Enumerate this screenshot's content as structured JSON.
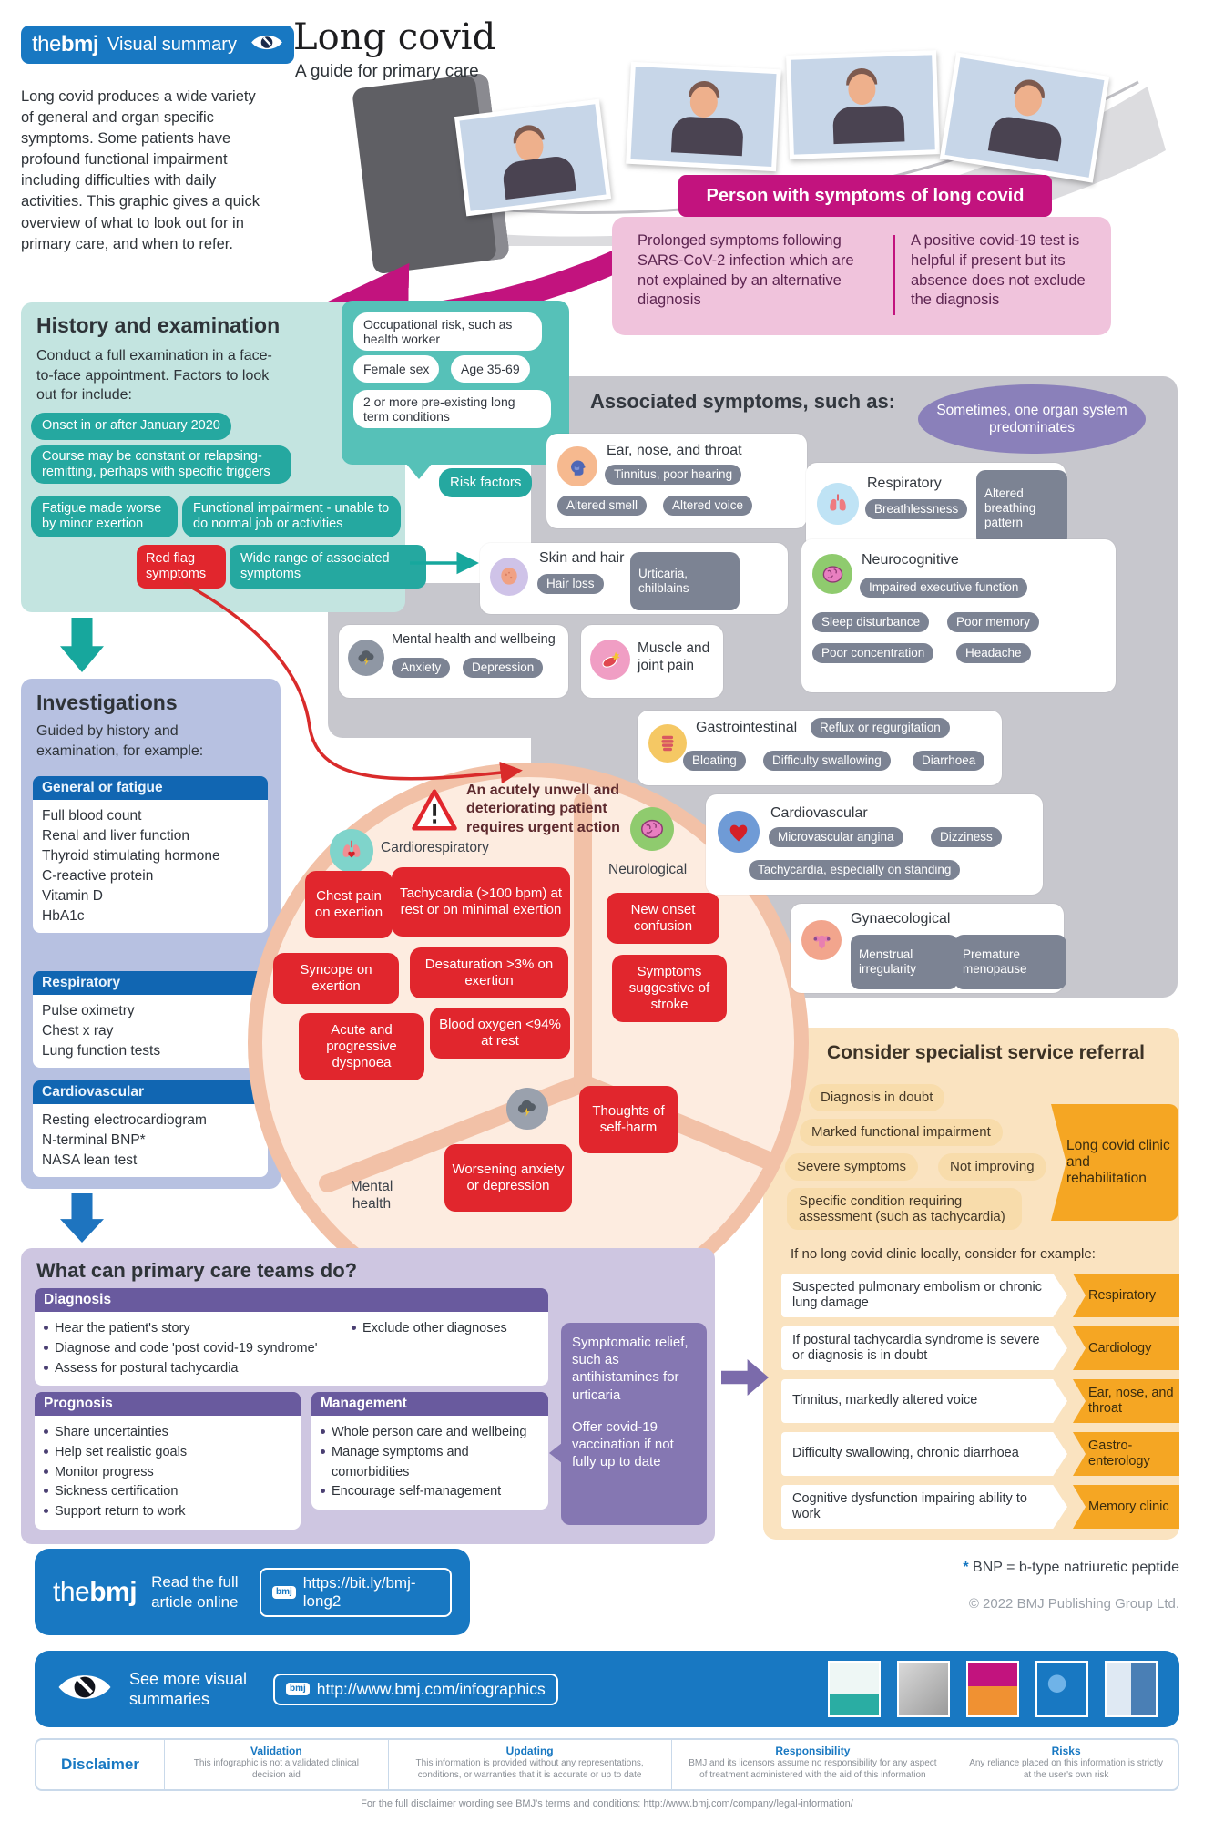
{
  "brand": {
    "the": "the",
    "bmj": "bmj",
    "badge_label": "Visual summary"
  },
  "header": {
    "title": "Long covid",
    "subtitle": "A guide for primary care",
    "intro": "Long covid produces a wide variety of general and organ specific symptoms. Some patients have profound functional impairment including difficulties with daily activities. This graphic gives a quick overview of what to look out for in primary care, and when to refer."
  },
  "patient_banner": {
    "title": "Person with symptoms of long covid",
    "left": "Prolonged symptoms following SARS-CoV-2 infection which are not explained by an alternative diagnosis",
    "right": "A positive covid-19 test is helpful if present but its absence does not exclude the diagnosis"
  },
  "history": {
    "title": "History and examination",
    "desc": "Conduct a full examination in a face-to-face appointment. Factors to look out for include:",
    "pills": [
      "Onset in or after January 2020",
      "Course may be constant or relapsing-remitting, perhaps with specific triggers",
      "Fatigue made worse by minor exertion",
      "Functional impairment - unable to do normal job or activities"
    ],
    "red_flag": "Red flag symptoms",
    "wide_range": "Wide range of associated symptoms"
  },
  "risk_factors": {
    "label": "Risk factors",
    "items": [
      "Occupational risk, such as health worker",
      "Female sex",
      "Age 35-69",
      "2 or more pre-existing long term conditions"
    ]
  },
  "associated": {
    "title": "Associated symptoms, such as:",
    "note": "Sometimes, one organ system predominates",
    "ent": {
      "title": "Ear, nose, and throat",
      "pill1": "Tinnitus, poor hearing",
      "pill2": "Altered smell",
      "pill3": "Altered voice"
    },
    "respiratory": {
      "title": "Respiratory",
      "pill1": "Breathlessness",
      "box": "Altered breathing pattern"
    },
    "skin": {
      "title": "Skin and hair",
      "pill1": "Hair loss",
      "box": "Urticaria, chilblains"
    },
    "neuro": {
      "title": "Neurocognitive",
      "pill1": "Impaired executive function",
      "pill2": "Sleep disturbance",
      "pill3": "Poor memory",
      "pill4": "Poor concentration",
      "pill5": "Headache"
    },
    "mental": {
      "title": "Mental health and wellbeing",
      "pill1": "Anxiety",
      "pill2": "Depression"
    },
    "muscle": {
      "title": "Muscle and joint pain"
    },
    "gastro": {
      "title": "Gastrointestinal",
      "pill1": "Reflux or regurgitation",
      "pill2": "Bloating",
      "pill3": "Difficulty swallowing",
      "pill4": "Diarrhoea"
    },
    "cardio": {
      "title": "Cardiovascular",
      "pill1": "Microvascular angina",
      "pill2": "Dizziness",
      "pill3": "Tachycardia, especially on standing"
    },
    "gynae": {
      "title": "Gynaecological",
      "box1": "Menstrual irregularity",
      "box2": "Premature menopause"
    }
  },
  "investigations": {
    "title": "Investigations",
    "desc": "Guided by history and examination, for example:",
    "groups": [
      {
        "header": "General or fatigue",
        "items": [
          "Full blood count",
          "Renal and liver function",
          "Thyroid stimulating hormone",
          "C-reactive protein",
          "Vitamin D",
          "HbA1c"
        ]
      },
      {
        "header": "Respiratory",
        "items": [
          "Pulse oximetry",
          "Chest x ray",
          "Lung function tests"
        ]
      },
      {
        "header": "Cardiovascular",
        "items": [
          "Resting electrocardiogram",
          "N-terminal BNP*",
          "NASA lean test"
        ]
      }
    ]
  },
  "red_flags": {
    "warning": "An acutely unwell and deteriorating patient requires urgent action",
    "cardiorespiratory": {
      "label": "Cardiorespiratory",
      "boxes": [
        "Chest pain on exertion",
        "Tachycardia (>100 bpm) at rest or on minimal exertion",
        "Syncope on exertion",
        "Desaturation >3% on exertion",
        "Acute and progressive dyspnoea",
        "Blood oxygen <94% at rest"
      ]
    },
    "neurological": {
      "label": "Neurological",
      "boxes": [
        "New onset confusion",
        "Symptoms suggestive of stroke"
      ]
    },
    "mental": {
      "label": "Mental health",
      "boxes": [
        "Worsening anxiety or depression",
        "Thoughts of self-harm"
      ]
    }
  },
  "primary_care": {
    "title": "What can primary care teams do?",
    "diagnosis": {
      "header": "Diagnosis",
      "bullets": [
        "Hear the patient's story",
        "Diagnose and code 'post covid-19 syndrome'",
        "Assess for postural tachycardia"
      ],
      "exclude": "Exclude other diagnoses"
    },
    "prognosis": {
      "header": "Prognosis",
      "bullets": [
        "Share uncertainties",
        "Help set realistic goals",
        "Monitor progress",
        "Sickness certification",
        "Support return to work"
      ]
    },
    "management": {
      "header": "Management",
      "bullets": [
        "Whole person care and wellbeing",
        "Manage symptoms and comorbidities",
        "Encourage self-management"
      ]
    },
    "relief": {
      "p1": "Symptomatic relief, such as antihistamines for urticaria",
      "p2": "Offer covid-19 vaccination if not fully up to date"
    }
  },
  "referral": {
    "title": "Consider specialist service referral",
    "criteria": [
      "Diagnosis in doubt",
      "Marked functional impairment",
      "Severe symptoms",
      "Not improving",
      "Specific condition requiring assessment (such as tachycardia)"
    ],
    "clinic": "Long covid clinic and rehabilitation",
    "no_clinic": "If no long covid clinic locally, consider for example:",
    "rows": [
      {
        "symptom": "Suspected pulmonary embolism or chronic lung damage",
        "service": "Respiratory"
      },
      {
        "symptom": "If postural tachycardia syndrome is severe or diagnosis is in doubt",
        "service": "Cardiology"
      },
      {
        "symptom": "Tinnitus, markedly altered voice",
        "service": "Ear, nose, and throat"
      },
      {
        "symptom": "Difficulty swallowing, chronic diarrhoea",
        "service": "Gastro-enterology"
      },
      {
        "symptom": "Cognitive dysfunction impairing ability to work",
        "service": "Memory clinic"
      }
    ]
  },
  "footer": {
    "bnp_star": "*",
    "bnp_note": " BNP = b-type natriuretic peptide",
    "copyright": "© 2022 BMJ Publishing Group Ltd.",
    "read_full": {
      "label": "Read the full article online",
      "url": "https://bit.ly/bmj-long2",
      "chip": "bmj"
    },
    "see_more": {
      "label": "See more visual summaries",
      "url": "http://www.bmj.com/infographics",
      "chip": "bmj"
    },
    "disclaimer": {
      "label": "Disclaimer",
      "cols": [
        {
          "h": "Validation",
          "t": "This infographic is not a validated clinical decision aid"
        },
        {
          "h": "Updating",
          "t": "This information is provided without any representations, conditions, or warranties that it is accurate or up to date"
        },
        {
          "h": "Responsibility",
          "t": "BMJ and its licensors assume no responsibility for any aspect of treatment administered with the aid of this information"
        },
        {
          "h": "Risks",
          "t": "Any reliance placed on this information is strictly at the user's own risk"
        }
      ]
    },
    "terms": "For the full disclaimer wording see BMJ's terms and conditions: http://www.bmj.com/company/legal-information/"
  },
  "colors": {
    "bmj_blue": "#1878c2",
    "magenta": "#c2137e",
    "teal": "#25a8a0",
    "red": "#e1262d",
    "orange": "#f5a623"
  }
}
